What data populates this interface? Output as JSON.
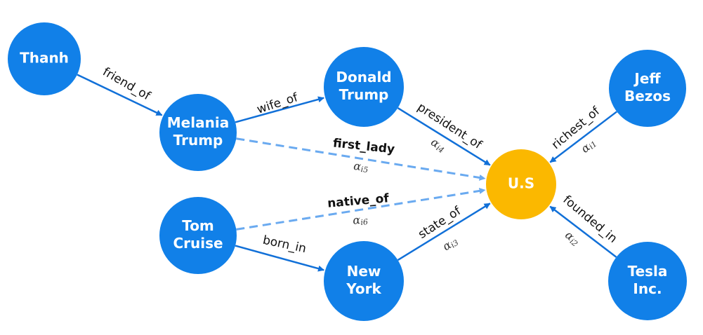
{
  "colors": {
    "entity": "#1180e8",
    "target": "#fbb800",
    "solid_edge": "#1170d8",
    "dashed_edge": "#6aaaf0"
  },
  "nodes": [
    {
      "id": "thanh",
      "lines": [
        "Thanh"
      ],
      "kind": "entity"
    },
    {
      "id": "melania",
      "lines": [
        "Melania",
        "Trump"
      ],
      "kind": "entity"
    },
    {
      "id": "donald",
      "lines": [
        "Donald",
        "Trump"
      ],
      "kind": "entity"
    },
    {
      "id": "jeff",
      "lines": [
        "Jeff",
        "Bezos"
      ],
      "kind": "entity"
    },
    {
      "id": "tom",
      "lines": [
        "Tom",
        "Cruise"
      ],
      "kind": "entity"
    },
    {
      "id": "newyork",
      "lines": [
        "New",
        "York"
      ],
      "kind": "entity"
    },
    {
      "id": "tesla",
      "lines": [
        "Tesla",
        "Inc."
      ],
      "kind": "entity"
    },
    {
      "id": "us",
      "lines": [
        "U.S"
      ],
      "kind": "target"
    }
  ],
  "edges": [
    {
      "from": "thanh",
      "to": "melania",
      "label": "friend_of",
      "style": "solid"
    },
    {
      "from": "melania",
      "to": "donald",
      "label": "wife_of",
      "style": "solid"
    },
    {
      "from": "donald",
      "to": "us",
      "label": "president_of",
      "style": "solid",
      "alpha": "i4"
    },
    {
      "from": "jeff",
      "to": "us",
      "label": "richest_of",
      "style": "solid",
      "alpha": "i1"
    },
    {
      "from": "tesla",
      "to": "us",
      "label": "founded_in",
      "style": "solid",
      "alpha": "i2"
    },
    {
      "from": "newyork",
      "to": "us",
      "label": "state_of",
      "style": "solid",
      "alpha": "i3"
    },
    {
      "from": "tom",
      "to": "newyork",
      "label": "born_in",
      "style": "solid"
    },
    {
      "from": "melania",
      "to": "us",
      "label": "first_lady",
      "style": "dashed",
      "alpha": "i5"
    },
    {
      "from": "tom",
      "to": "us",
      "label": "native_of",
      "style": "dashed",
      "alpha": "i6"
    }
  ],
  "alpha_symbol": "α"
}
